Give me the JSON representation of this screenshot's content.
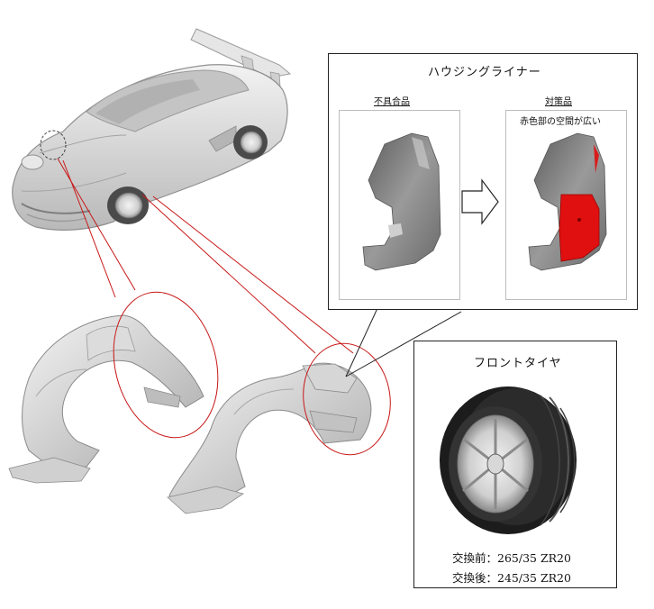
{
  "liner_panel": {
    "title": "ハウジングライナー",
    "before_label": "不具合品",
    "after_label": "対策品",
    "after_note": "赤色部の空間が広い"
  },
  "tire_panel": {
    "title": "フロントタイヤ",
    "spec_before": "交換前：265/35 ZR20",
    "spec_after": "交換後：245/35 ZR20"
  },
  "colors": {
    "highlight": "#e01010",
    "callout_line": "#c81818",
    "part_gray": "#8d8d8d",
    "car_body": "#d6d6d6"
  }
}
